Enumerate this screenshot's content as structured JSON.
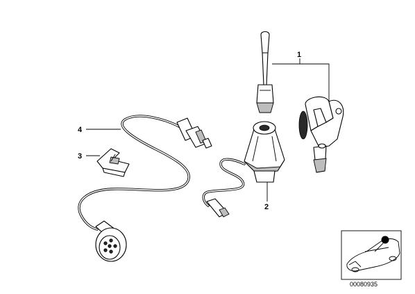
{
  "callouts": [
    "1",
    "2",
    "3",
    "4"
  ],
  "inset": {
    "document_number": "00080935"
  },
  "colors": {
    "line": "#000000",
    "background": "#ffffff",
    "shading": "#bdbdbd",
    "marker": "#000000"
  }
}
